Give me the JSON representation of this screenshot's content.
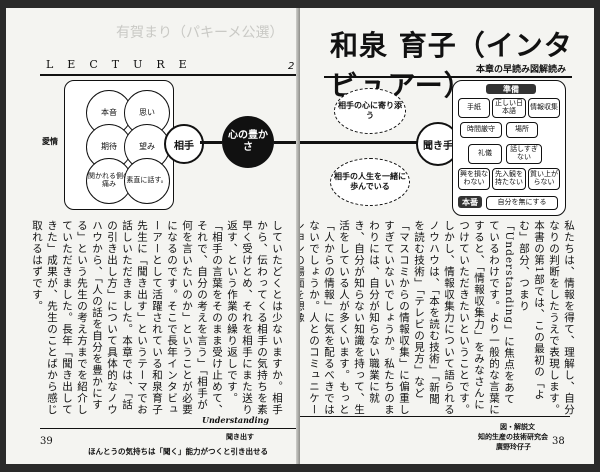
{
  "left_page": {
    "faint_header": "有賀まり（パキーメ公選）",
    "lecture": "LECTURE",
    "lecture_num": "2",
    "diagram": {
      "loved_label": "愛情",
      "petals": [
        "本音",
        "思い",
        "期待",
        "望み",
        "関かれる側の痛み",
        "素直に話す。"
      ],
      "partner": "相手",
      "center": "心の豊かさ"
    },
    "body_text": "していたどくとは少ないますか。相手から、伝わってくる相手の気持ちを素早く受けとめ、それを相手にまた送り返す、という作業の繰り返しです。「相手の言葉をそのまま受け止めて、それで、自分の考えを言う」「相手が何を言いたいのか」ということが必要になるのです。そこで長年インタビューアーとして活躍されている和泉育子先生に「聞き出す」というテーマでお話しいただきました。本章では、「話の引き出し方」について具体的なノウハウから、「人の話を自分を豊かにする」という先生の考え方までを紹介していただきました。長年「聞き出してきた」成果が、先生のことばから感じ取れるはずです。",
    "understanding": "Understanding",
    "footer_left": "聞き出す",
    "footer_text": "ほんとうの気持ちは「聞く」能力がつくと引き出せる",
    "page_number": "39"
  },
  "right_page": {
    "title": "和泉 育子（インタビュアー）",
    "subtitle": "本章の早読み図解読み",
    "diagram": {
      "bubble_top": "相手の心に寄り添う",
      "bubble_bottom": "相手の人生を一緒に歩んでいる",
      "listener": "聞き手",
      "prep_label": "準備",
      "prep_items": [
        "手紙",
        "正しい日本語",
        "情報収集",
        "時間厳守",
        "場所"
      ],
      "mid_items": [
        "礼儀",
        "話しすぎない"
      ],
      "low_items": [
        "興を損なわない",
        "先入観を持たない",
        "質い上がらない"
      ],
      "main_label": "本番",
      "main_item": "自分を無にする"
    },
    "body_text": "私たちは、情報を得て、理解し、自分なりの判断をしたうえで表現します。本書の第1部では、この最初の「よむ」部分、つまり「Understanding」に焦点をあてているわけです。より一般的な言葉にすると、「情報収集力」をみなさんにつけていただきたいということです。しかし、情報収集力について語られるノウハウは、「本を読む技術」「新聞を読む技術」「テレビの見方」など「マスコミからの情報収集」に偏重しすぎていないでしょうか。私たちのまわりには、自分が知らない職業に就き、自分が知らない知識を持って、生活をしている人が多くいます。もっと「人からの情報」に気を配るべきではないでしょうか。人とのコミュニケーションの場面を想像",
    "credit_1": "図・解説文",
    "credit_2": "知的生産の技術研究会",
    "credit_3": "廣野玲仔子",
    "page_number": "38"
  }
}
